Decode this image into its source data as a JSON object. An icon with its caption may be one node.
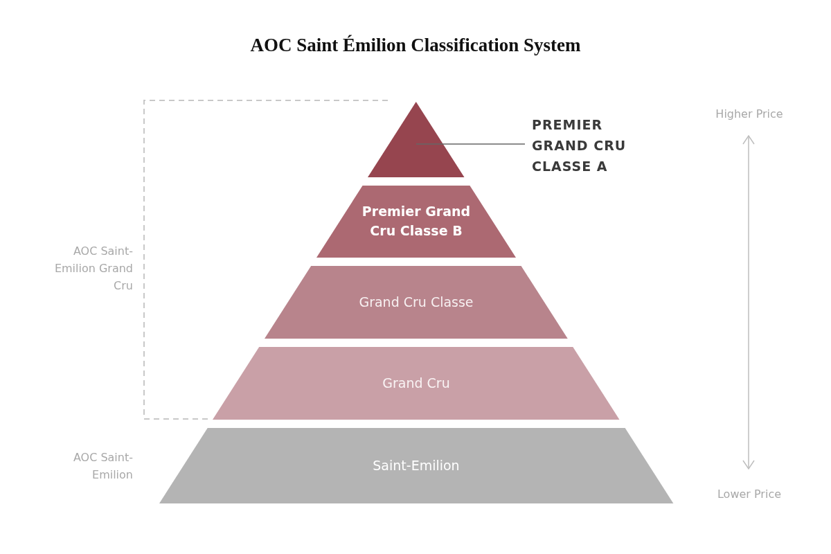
{
  "diagram": {
    "title": "AOC Saint Émilion Classification System",
    "nodes": [
      {
        "text": [],
        "shape": "triangle"
      },
      {
        "text": [
          "PREMIER GRAND CRU CLASSE A"
        ]
      },
      {
        "text": [
          "Premier Grand Cru Classe B"
        ]
      },
      {
        "text": [
          "Grand Cru Classe"
        ]
      },
      {
        "text": [
          "Grand Cru"
        ]
      },
      {
        "text": [
          "Saint-Emilion"
        ]
      }
    ],
    "edges": [
      {
        "from": 1,
        "to": 0,
        "arrow": "none"
      }
    ],
    "labels": [
      "AOC Saint-Emilion Grand Cru",
      "AOC Saint-Emilion",
      "Higher Price",
      "Lower Price"
    ]
  }
}
